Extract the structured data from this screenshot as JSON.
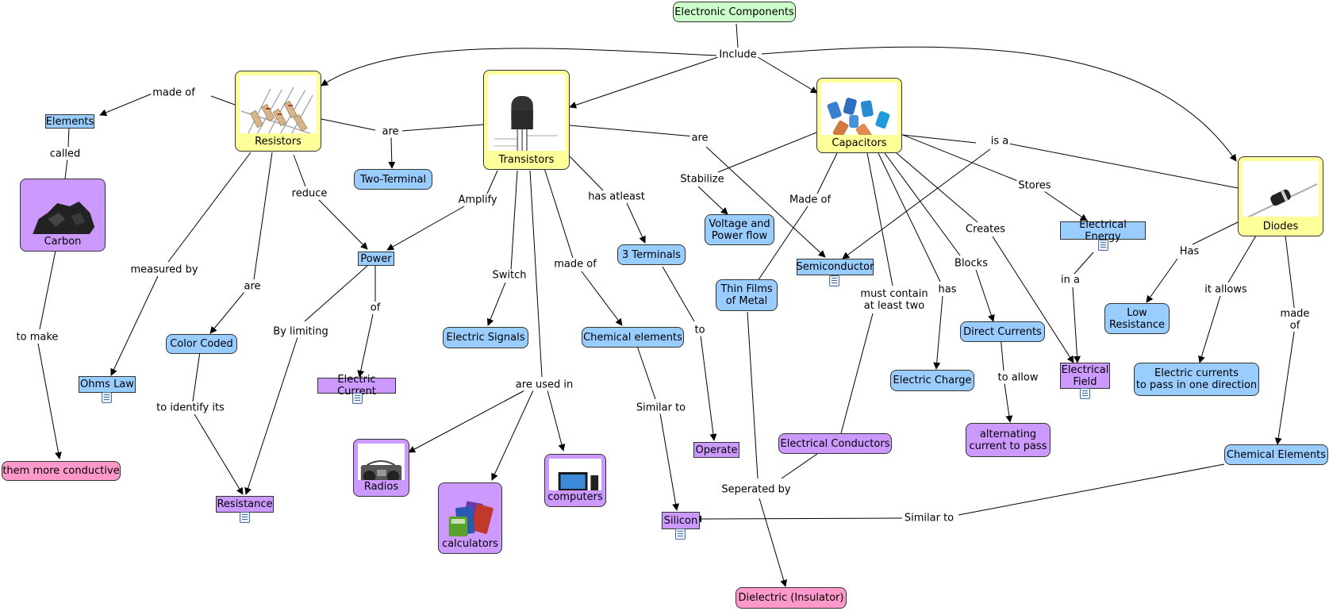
{
  "nodes": {
    "electronic_components": "Electronic Components",
    "resistors": "Resistors",
    "transistors": "Transistors",
    "capacitors": "Capacitors",
    "diodes": "Diodes",
    "elements": "Elements",
    "carbon": "Carbon",
    "two_terminal": "Two-Terminal",
    "power": "Power",
    "voltage_power_flow": "Voltage and\nPower flow",
    "semiconductor": "Semiconductor",
    "electrical_energy": "Electrical Energy",
    "three_terminals": "3 Terminals",
    "thin_films": "Thin Films\nof Metal",
    "low_resistance": "Low\nResistance",
    "ohms_law": "Ohms Law",
    "color_coded": "Color Coded",
    "electric_current": "Electric Current",
    "electric_signals": "Electric Signals",
    "chemical_elements_1": "Chemical elements",
    "direct_currents": "Direct Currents",
    "electrical_field": "Electrical\nField",
    "electric_currents_one_direction": "Electric currents\nto pass in one direction",
    "electric_charge": "Electric Charge",
    "alternating_current": "alternating\ncurrent to pass",
    "them_more_conductive": "them more conductive",
    "radios": "Radios",
    "computers": "computers",
    "calculators": "calculators",
    "operate": "Operate",
    "electrical_conductors": "Electrical Conductors",
    "chemical_elements_2": "Chemical Elements",
    "resistance": "Resistance",
    "silicon": "Silicon",
    "dielectric": "Dielectric (Insulator)"
  },
  "links": {
    "include": "Include",
    "made_of_1": "made of",
    "called": "called",
    "are_1": "are",
    "reduce": "reduce",
    "amplify": "Amplify",
    "has_atleast": "has atleast",
    "are_2": "are",
    "is_a": "is a",
    "stabilize": "Stabilize",
    "made_of_cap": "Made of",
    "stores": "Stores",
    "creates": "Creates",
    "blocks": "Blocks",
    "has_cap": "has",
    "must_contain": "must contain\nat least two",
    "has_diodes": "Has",
    "it_allows": "it allows",
    "made_of_diodes": "made of",
    "in_a": "in a",
    "measured_by": "measured by",
    "are_3": "are",
    "by_limiting": "By limiting",
    "of": "of",
    "switch": "Switch",
    "made_of_trans": "made of",
    "to_make": "to make",
    "to_identify_its": "to identify its",
    "are_used_in": "are used in",
    "to": "to",
    "similar_to_1": "Similar to",
    "to_allow": "to allow",
    "seperated_by": "Seperated by",
    "similar_to_2": "Similar to"
  },
  "icons": [
    "resistors-image",
    "transistor-image",
    "capacitors-image",
    "diode-image",
    "carbon-image",
    "radio-image",
    "computer-image",
    "calculators-image",
    "document-icon"
  ],
  "colors": {
    "concept_blue": "#99ccff",
    "concept_purple": "#cc99ff",
    "concept_pink": "#ff99cc",
    "concept_green": "#ccffcc",
    "concept_yellow": "#ffff99"
  }
}
